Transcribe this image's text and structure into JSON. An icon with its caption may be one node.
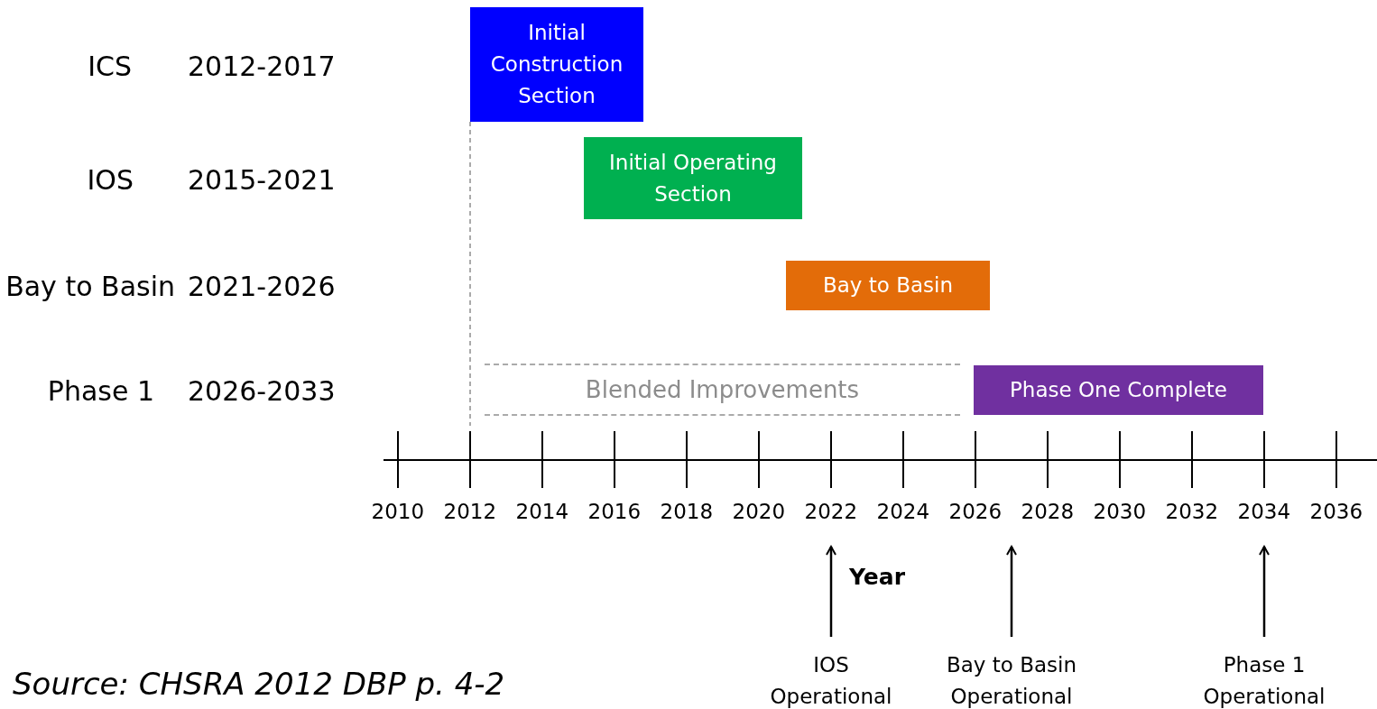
{
  "diagram": {
    "caption": "Source:  CHSRA 2012 DBP p. 4-2",
    "nodes": [
      {
        "text": [
          "Initial Construction Section"
        ]
      },
      {
        "text": [
          "Initial Operating Section"
        ]
      },
      {
        "text": [
          "Bay to Basin"
        ]
      },
      {
        "text": [
          "Blended Improvements"
        ]
      },
      {
        "text": [
          "Phase One Complete"
        ]
      },
      {
        "text": [
          "IOS Operational"
        ]
      },
      {
        "text": [
          "Bay to Basin Operational"
        ]
      },
      {
        "text": [
          "Phase 1 Operational"
        ]
      }
    ],
    "edges": [
      {
        "from": 5,
        "to": null,
        "arrow": "to"
      },
      {
        "from": 6,
        "to": null,
        "arrow": "to"
      },
      {
        "from": 7,
        "to": null,
        "arrow": "to"
      }
    ],
    "labels": [
      "ICS",
      "2012-2017",
      "IOS",
      "2015-2021",
      "Bay to Basin",
      "2021-2026",
      "Phase 1",
      "2026-2033",
      "2010",
      "2012",
      "2014",
      "2016",
      "2018",
      "2020",
      "2022",
      "2024",
      "2026",
      "2028",
      "2030",
      "2032",
      "2034",
      "2036",
      "Year"
    ]
  }
}
